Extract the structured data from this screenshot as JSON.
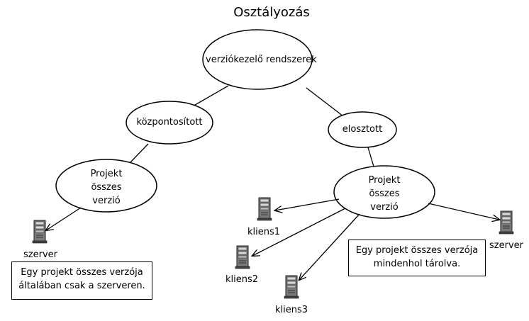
{
  "title": "Osztályozás",
  "root": "verziókezelő rendszerek",
  "central": {
    "label": "központosított",
    "node_lines": [
      "Projekt",
      "összes",
      "verzió"
    ],
    "server_label": "szerver",
    "note_lines": [
      "Egy projekt összes verzója",
      "általában csak a szerveren."
    ]
  },
  "distributed": {
    "label": "elosztott",
    "node_lines": [
      "Projekt",
      "összes",
      "verzió"
    ],
    "clients": [
      "kliens1",
      "kliens2",
      "kliens3"
    ],
    "server_label": "szerver",
    "note_lines": [
      "Egy projekt összes verzója",
      "mindenhol tárolva."
    ]
  },
  "icon": "server-tower-icon"
}
